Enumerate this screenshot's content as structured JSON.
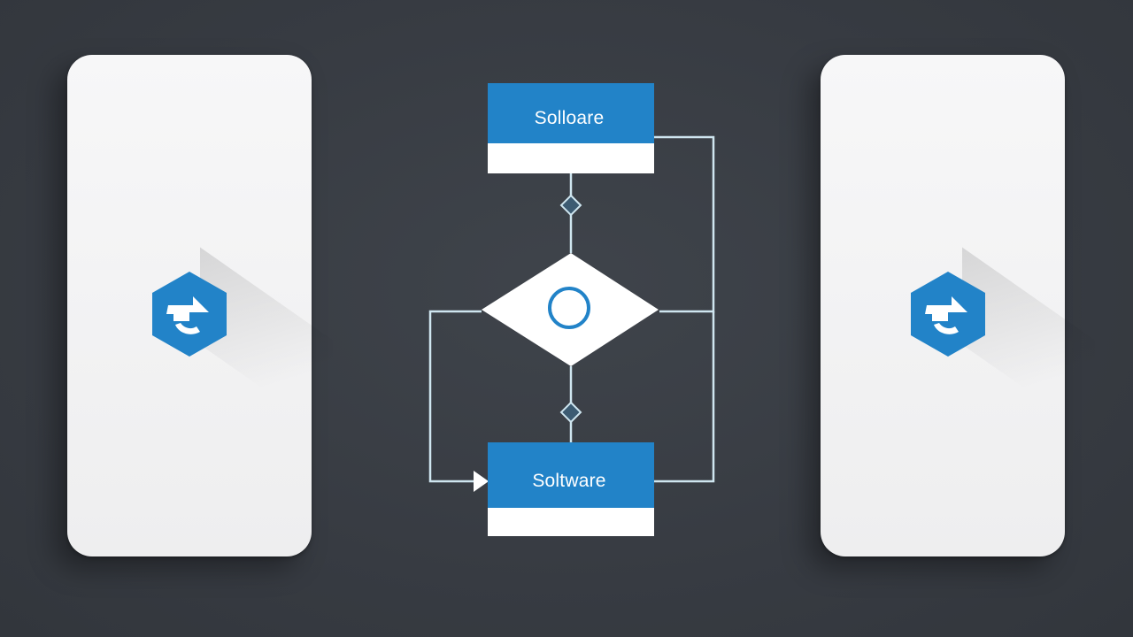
{
  "colors": {
    "background": "#393e45",
    "card": "#f2f2f3",
    "accent_blue": "#2283c8",
    "connector": "#cfe6f0",
    "diamond": "#ffffff"
  },
  "cards": [
    {
      "name": "left-panel",
      "icon": "hex-logo-icon"
    },
    {
      "name": "right-panel",
      "icon": "hex-logo-icon"
    }
  ],
  "flowchart": {
    "top_node": {
      "label": "Solloare"
    },
    "decision": {
      "icon": "circle-icon"
    },
    "bottom_node": {
      "label": "Soltware"
    }
  }
}
